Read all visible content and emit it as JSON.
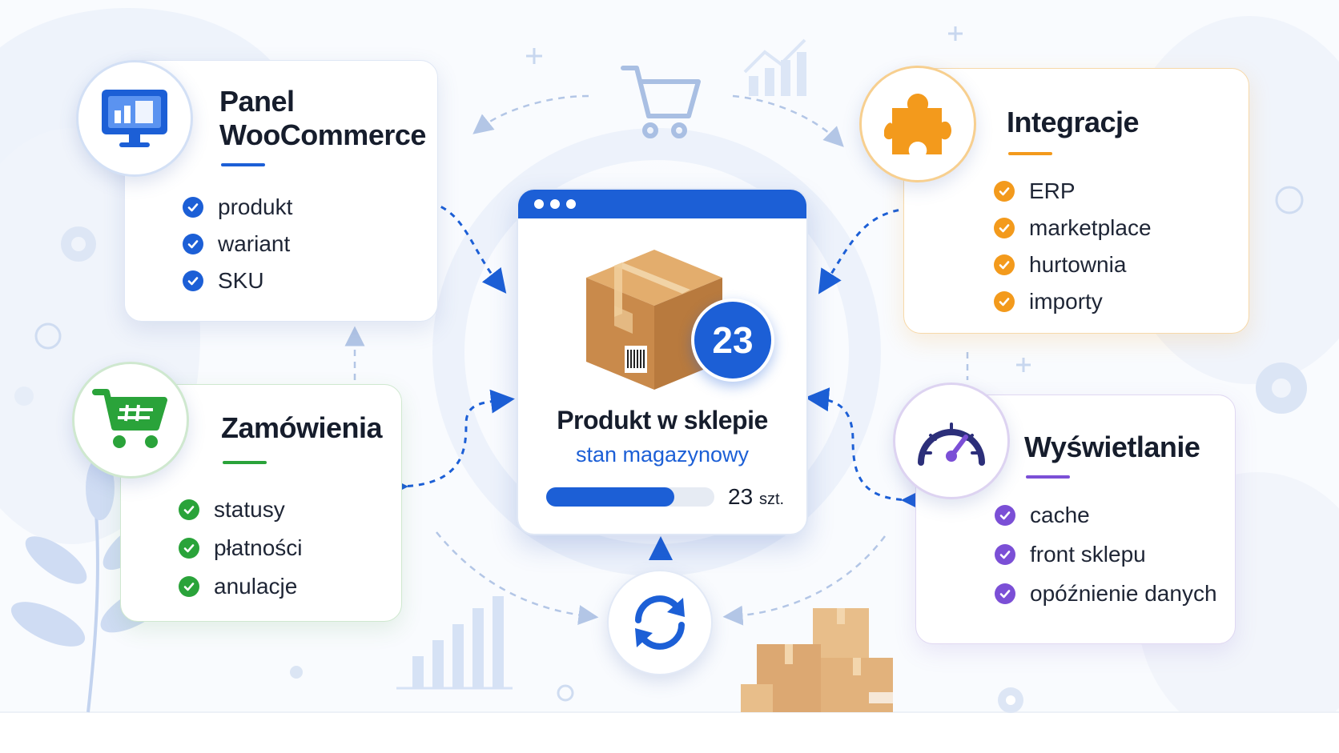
{
  "center": {
    "title": "Produkt w sklepie",
    "subtitle": "stan magazynowy",
    "count_badge": "23",
    "quantity_value": "23",
    "quantity_unit": "szt.",
    "stock_level_fraction": 0.76
  },
  "panel": {
    "title_line1": "Panel",
    "title_line2": "WooCommerce",
    "items": [
      "produkt",
      "wariant",
      "SKU"
    ],
    "icon": "monitor-dashboard-icon",
    "accent": "#1c5fd6"
  },
  "orders": {
    "title": "Zamówienia",
    "items": [
      "statusy",
      "płatności",
      "anulacje"
    ],
    "icon": "shopping-cart-icon",
    "accent": "#2aa33a"
  },
  "integrations": {
    "title": "Integracje",
    "items": [
      "ERP",
      "marketplace",
      "hurtownia",
      "importy"
    ],
    "icon": "puzzle-icon",
    "accent": "#f39a1c"
  },
  "display": {
    "title": "Wyświetlanie",
    "items": [
      "cache",
      "front sklepu",
      "opóźnienie danych"
    ],
    "icon": "speedometer-icon",
    "accent": "#7b4fd6"
  },
  "decor": {
    "top_icon": "cart-outline-icon",
    "bottom_icon": "sync-icon",
    "box_icon": "cardboard-box-icon"
  }
}
